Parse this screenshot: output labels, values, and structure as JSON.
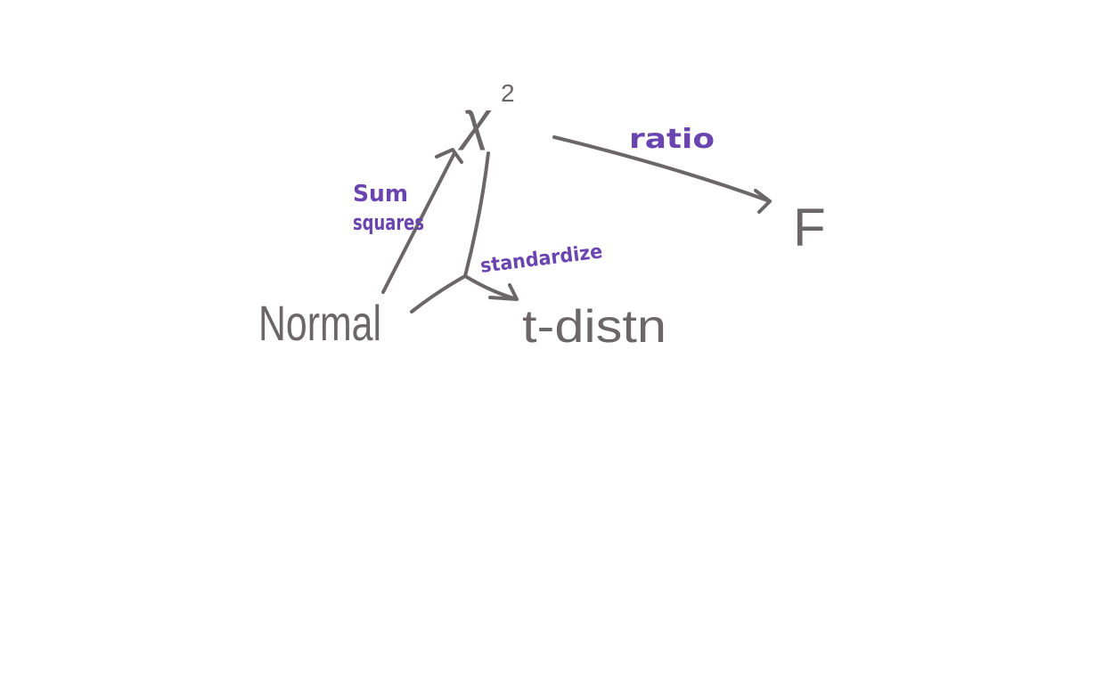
{
  "diagram": {
    "nodes": {
      "normal": {
        "label": "Normal"
      },
      "chi_squared": {
        "label": "χ",
        "exponent": "2"
      },
      "t_dist": {
        "label": "t-distn"
      },
      "f_dist": {
        "label": "F"
      }
    },
    "edges": {
      "normal_to_chi": {
        "label_line1": "Sum",
        "label_line2": "squares"
      },
      "to_t": {
        "label": "standardize"
      },
      "chi_to_f": {
        "label": "ratio"
      }
    },
    "colors": {
      "ink": "#6b6768",
      "annotation": "#6a45b0",
      "background": "#ffffff"
    }
  }
}
